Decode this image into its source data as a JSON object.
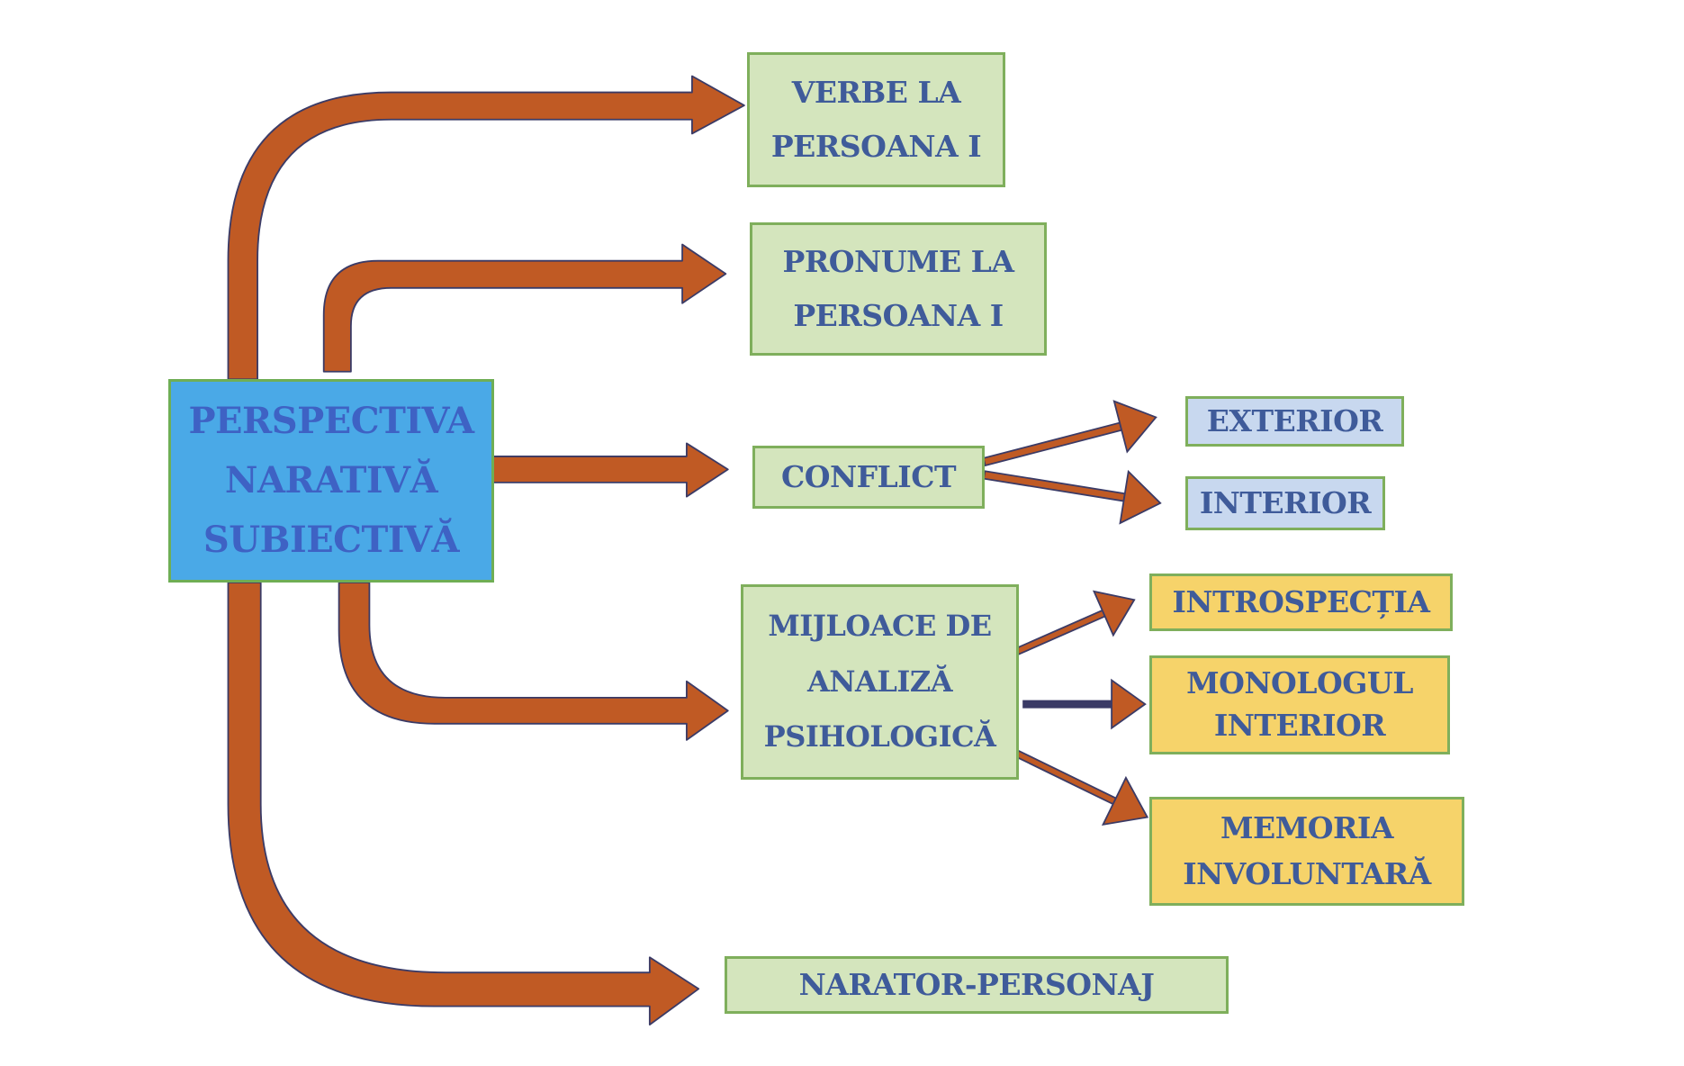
{
  "diagram": {
    "title": "PERSPECTIVA NARATIVĂ SUBIECTIVĂ",
    "central_node": {
      "lines": [
        "PERSPECTIVA",
        "NARATIVĂ",
        "SUBIECTIVĂ"
      ],
      "fill": "#4aa9e7"
    },
    "branches": [
      {
        "id": "verbe",
        "lines": [
          "VERBE LA",
          "PERSOANA I"
        ],
        "fill": "#d4e5bd"
      },
      {
        "id": "pronume",
        "lines": [
          "PRONUME LA",
          "PERSOANA I"
        ],
        "fill": "#d4e5bd"
      },
      {
        "id": "conflict",
        "lines": [
          "CONFLICT"
        ],
        "fill": "#d4e5bd",
        "children": [
          {
            "id": "exterior",
            "lines": [
              "EXTERIOR"
            ],
            "fill": "#c8d8ef"
          },
          {
            "id": "interior",
            "lines": [
              "INTERIOR"
            ],
            "fill": "#c8d8ef"
          }
        ]
      },
      {
        "id": "mijloace",
        "lines": [
          "MIJLOACE DE",
          "ANALIZĂ",
          "PSIHOLOGICĂ"
        ],
        "fill": "#d4e5bd",
        "children": [
          {
            "id": "introspectia",
            "lines": [
              "INTROSPECȚIA"
            ],
            "fill": "#f6d36a"
          },
          {
            "id": "monologul",
            "lines": [
              "MONOLOGUL",
              "INTERIOR"
            ],
            "fill": "#f6d36a"
          },
          {
            "id": "memoria",
            "lines": [
              "MEMORIA",
              "INVOLUNTARĂ"
            ],
            "fill": "#f6d36a"
          }
        ]
      },
      {
        "id": "narator",
        "lines": [
          "NARATOR-PERSONAJ"
        ],
        "fill": "#d4e5bd"
      }
    ],
    "colors": {
      "arrow_fill": "#c05a24",
      "arrow_outline": "#3b3b66",
      "text": "#3f5b9a",
      "node_border": "#7faf5c"
    }
  }
}
